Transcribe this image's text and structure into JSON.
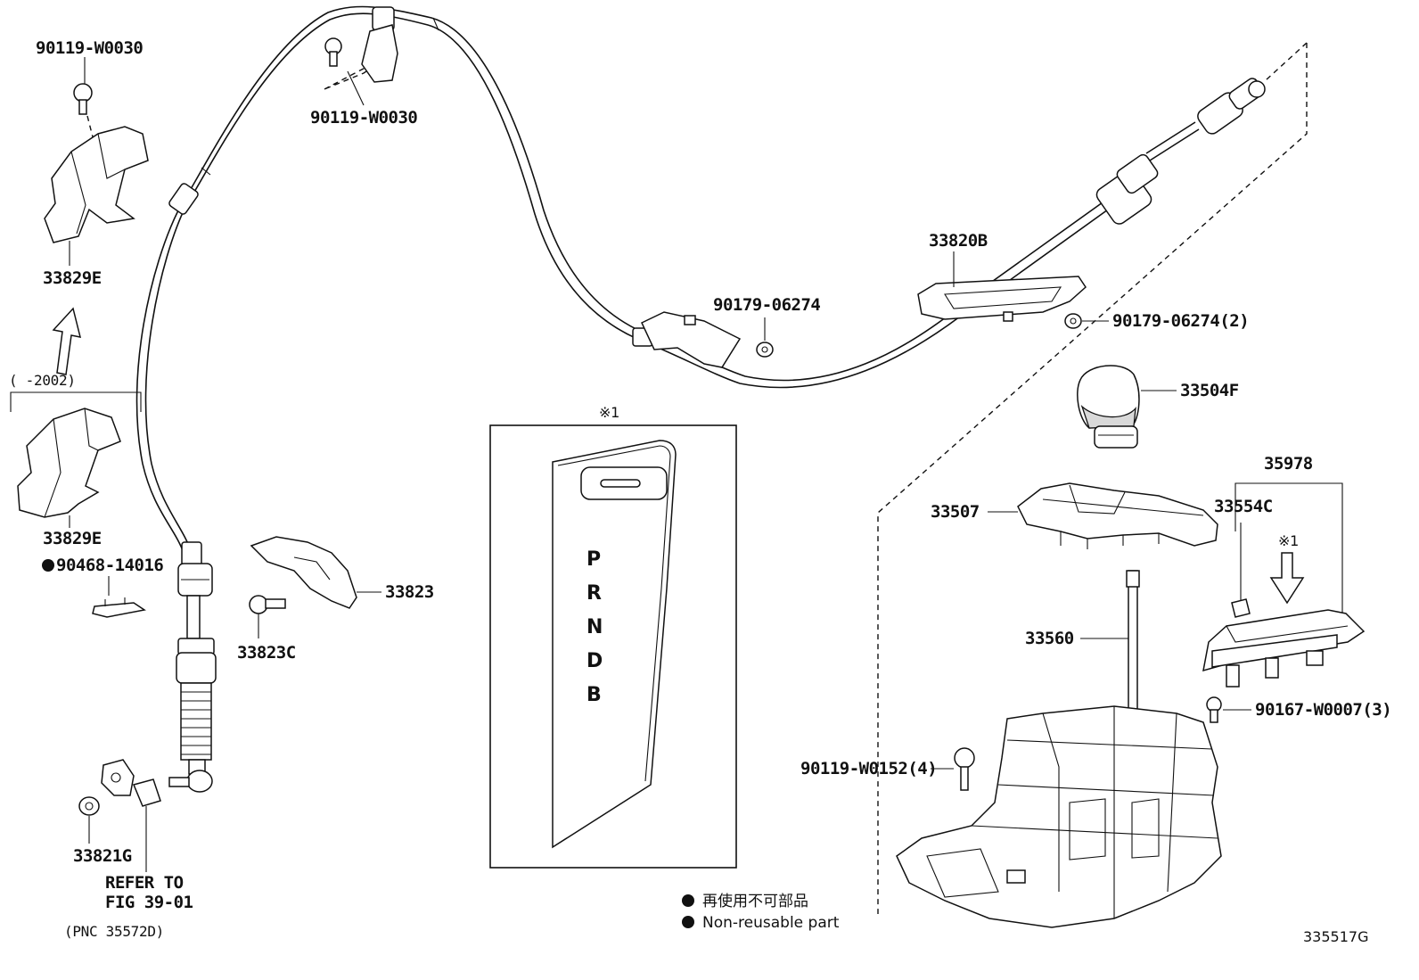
{
  "labels": {
    "bolt_top_left": "90119-W0030",
    "bolt_top_mid": "90119-W0030",
    "bracket_upper": "33829E",
    "date_range": "(     -2002)",
    "bracket_lower": "33829E",
    "clip_nonreusable": "90468-14016",
    "plate_33823": "33823",
    "bolt_33823c": "33823C",
    "nut_33821g": "33821G",
    "refer_to_line1": "REFER TO",
    "refer_to_line2": "FIG 39-01",
    "pnc": "(PNC 35572D)",
    "nut_mid": "90179-06274",
    "cable_33820b": "33820B",
    "nut_right": "90179-06274(2)",
    "knob_33504f": "33504F",
    "cover_33507": "33507",
    "assy_35978": "35978",
    "clip_33554c": "33554C",
    "lever_33560": "33560",
    "screw_right": "90167-W0007(3)",
    "bolt_bottom": "90119-W0152(4)",
    "figure_number": "335517G"
  },
  "inset": {
    "mark": "※1",
    "positions": [
      "P",
      "R",
      "N",
      "D",
      "B"
    ]
  },
  "arrow_mark": "※1",
  "legend": {
    "japanese": "再使用不可部品",
    "english": "Non-reusable part"
  }
}
